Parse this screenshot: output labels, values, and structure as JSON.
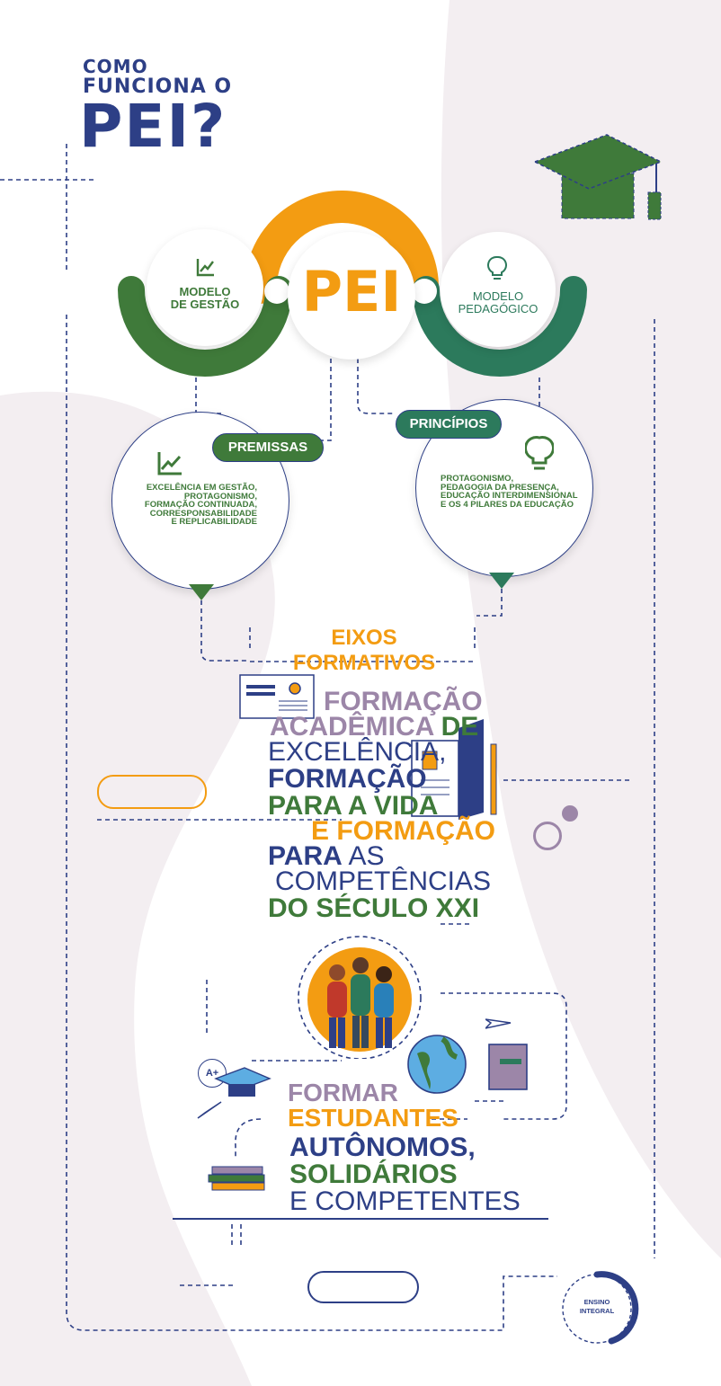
{
  "header": {
    "line1": "COMO",
    "line2": "FUNCIONA O",
    "line3": "PEI?"
  },
  "center": {
    "pei": "PEI",
    "left_title_1": "MODELO",
    "left_title_2": "DE GESTÃO",
    "right_title_1": "MODELO",
    "right_title_2": "PEDAGÓGICO"
  },
  "premissas": {
    "label": "PREMISSAS",
    "items": [
      "EXCELÊNCIA EM GESTÃO,",
      "PROTAGONISMO,",
      "FORMAÇÃO CONTINUADA,",
      "CORRESPONSABILIDADE",
      "E REPLICABILIDADE"
    ]
  },
  "principios": {
    "label": "PRINCÍPIOS",
    "items": [
      "PROTAGONISMO,",
      "PEDAGOGIA DA PRESENÇA,",
      "EDUCAÇÃO INTERDIMENSIONAL",
      "E OS 4 PILARES DA EDUCAÇÃO"
    ]
  },
  "eixos": {
    "label": "EIXOS FORMATIVOS",
    "l1": "FORMAÇÃO",
    "l2a": "ACADÊMICA",
    "l2b": "DE",
    "l3": "EXCELÊNCIA,",
    "l4": "FORMAÇÃO",
    "l5": "PARA A VIDA",
    "l6": "E FORMAÇÃO",
    "l7a": "PARA",
    "l7b": "AS",
    "l8": "COMPETÊNCIAS",
    "l9": "DO SÉCULO XXI"
  },
  "formar": {
    "l1": "FORMAR",
    "l2": "ESTUDANTES",
    "l3": "AUTÔNOMOS,",
    "l4": "SOLIDÁRIOS",
    "l5": "E COMPETENTES"
  },
  "icons": {
    "grade": "A+"
  },
  "footer": {
    "logo_1": "ENSINO",
    "logo_2": "INTEGRAL"
  },
  "colors": {
    "navy": "#2d3f86",
    "green": "#3f7a3a",
    "orange": "#f39c12",
    "purple": "#9c86a8",
    "teal": "#2c7a5c",
    "bg": "#f3eef1"
  }
}
